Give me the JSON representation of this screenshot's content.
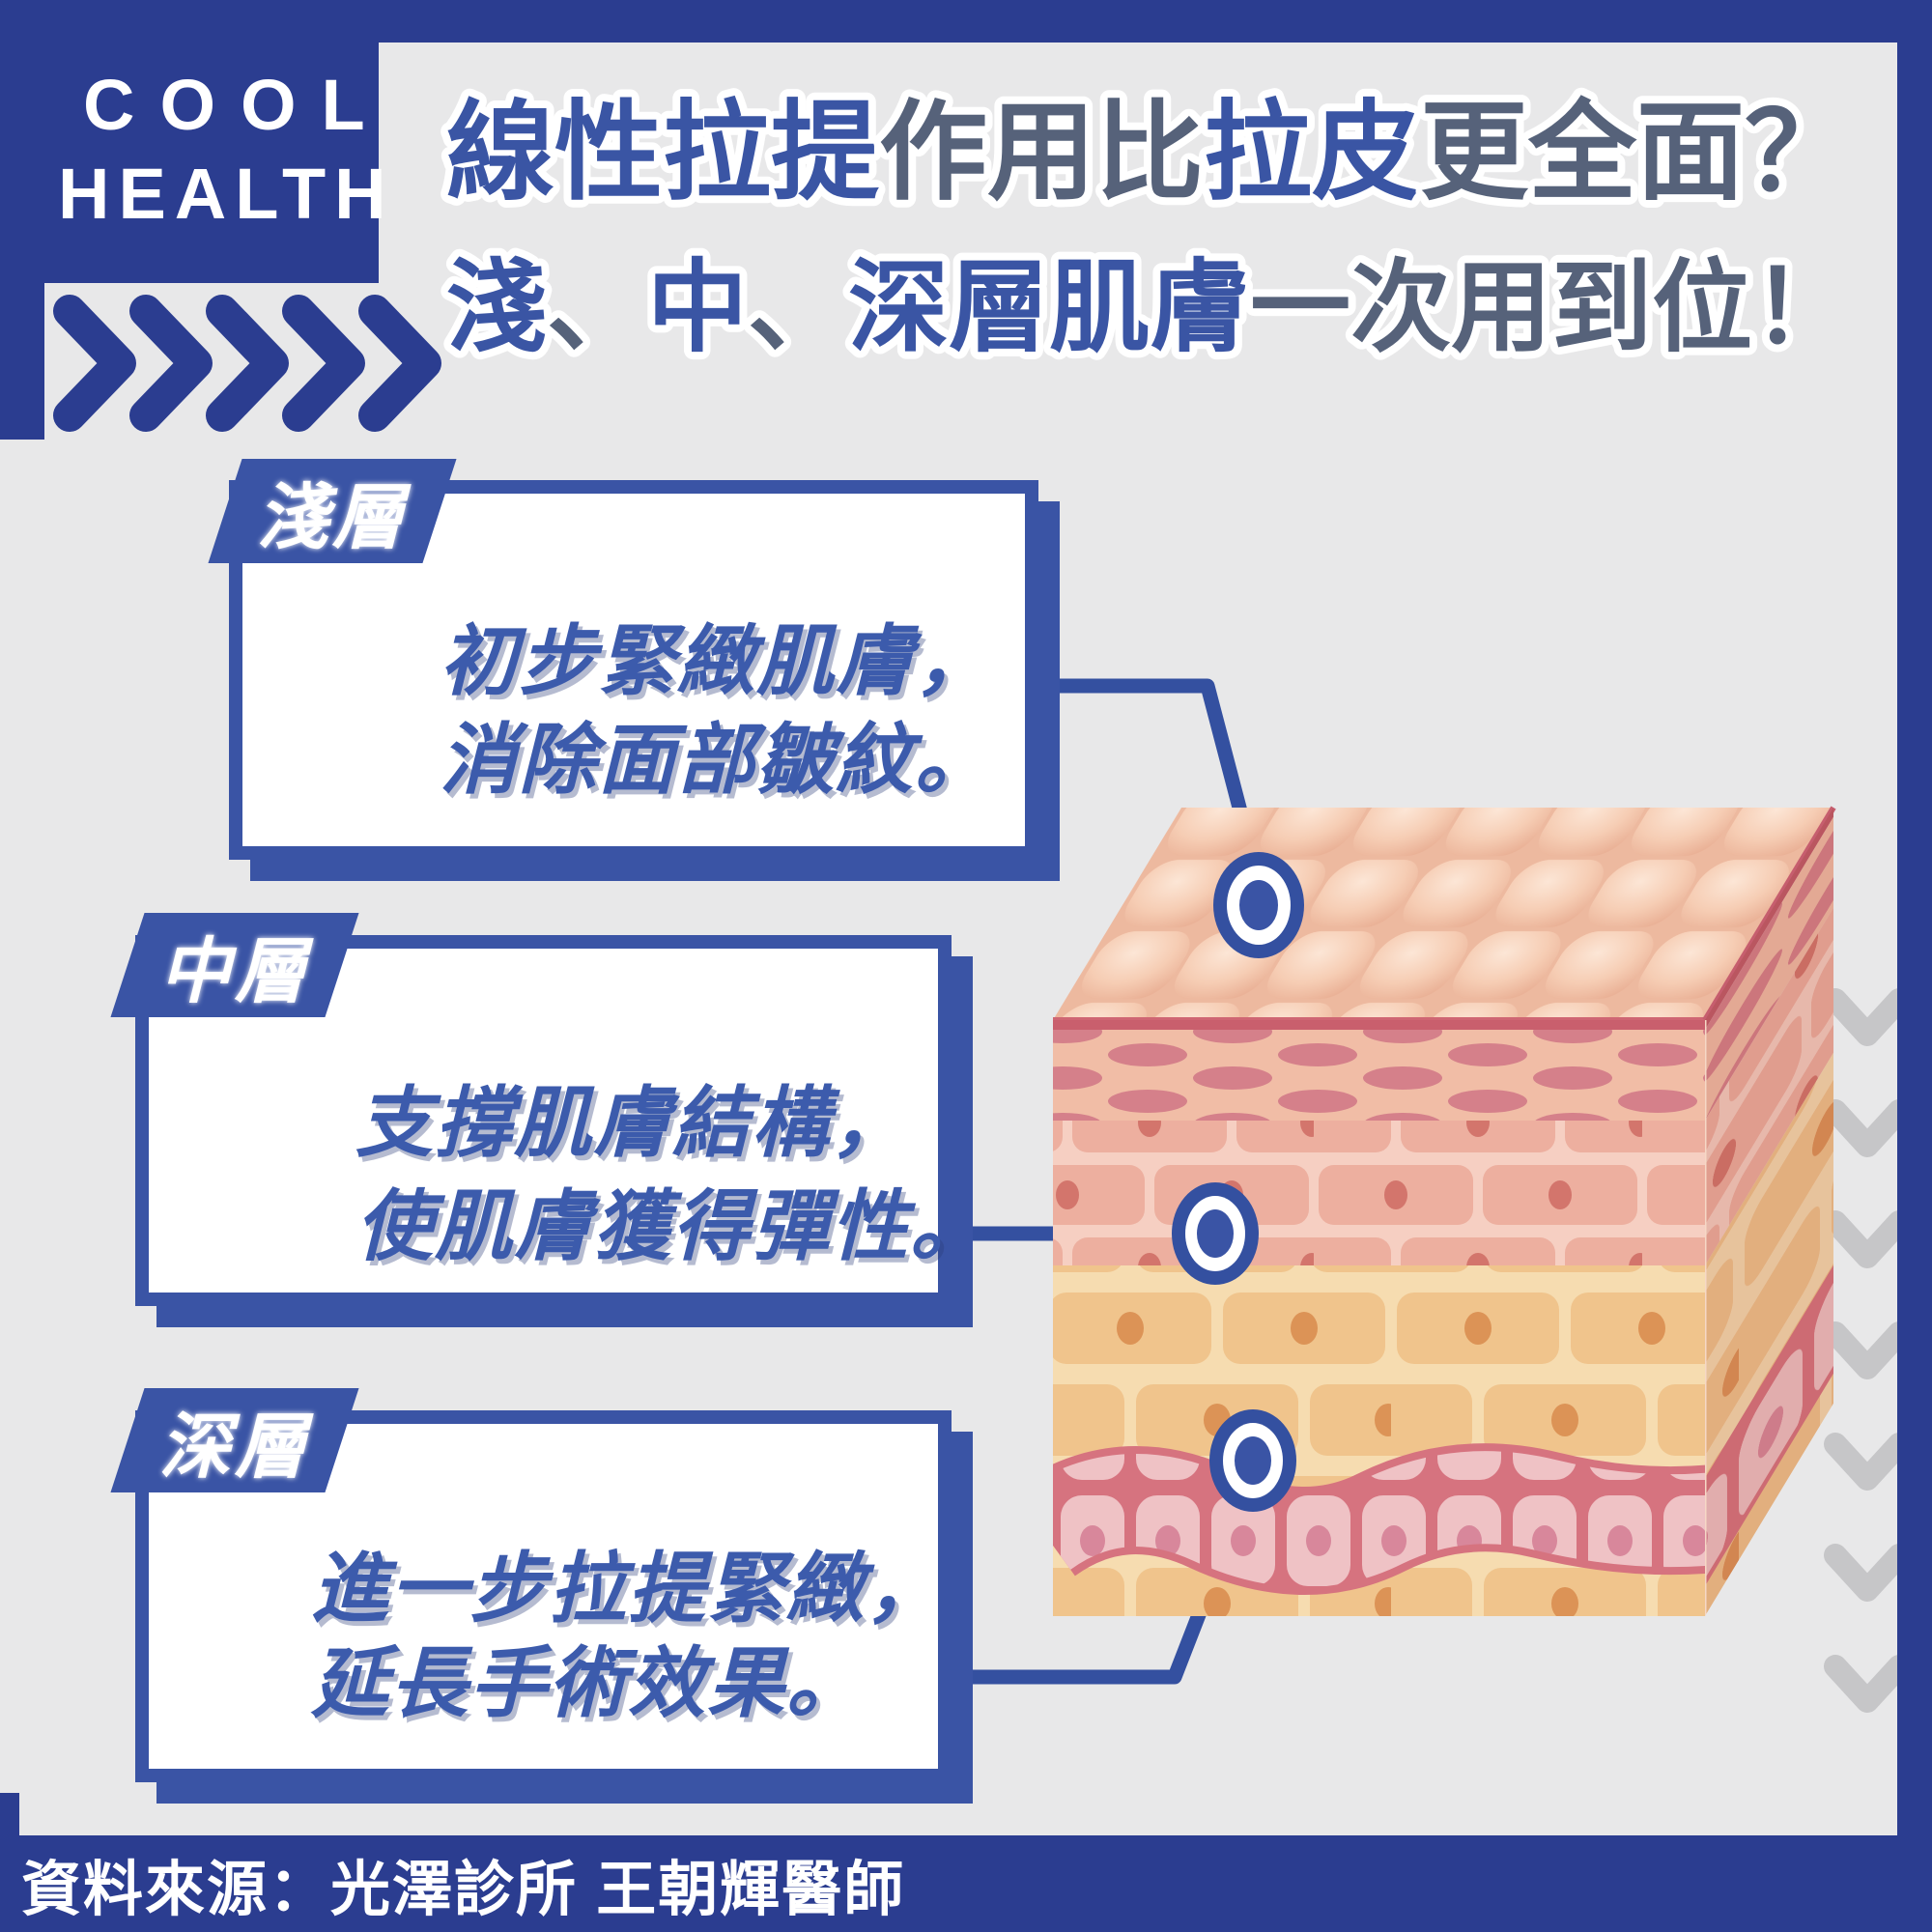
{
  "brand": {
    "line1": "COOL",
    "line2": "HEALTH"
  },
  "title": {
    "line1": [
      {
        "text": "線性拉提",
        "tone": "blue"
      },
      {
        "text": "作用比",
        "tone": "slate"
      },
      {
        "text": "拉皮",
        "tone": "blue"
      },
      {
        "text": "更全面？",
        "tone": "slate"
      }
    ],
    "line2": [
      {
        "text": "淺",
        "tone": "blue"
      },
      {
        "text": "、",
        "tone": "slate"
      },
      {
        "text": "中",
        "tone": "blue"
      },
      {
        "text": "、",
        "tone": "slate"
      },
      {
        "text": "深層肌膚",
        "tone": "blue"
      },
      {
        "text": "一次用到位！",
        "tone": "slate"
      }
    ]
  },
  "cards": [
    {
      "tab": "淺層",
      "lines": [
        "初步緊緻肌膚，",
        "消除面部皺紋。"
      ]
    },
    {
      "tab": "中層",
      "lines": [
        "支撐肌膚結構，",
        "使肌膚獲得彈性。"
      ]
    },
    {
      "tab": "深層",
      "lines": [
        "進一步拉提緊緻，",
        "延長手術效果。"
      ]
    }
  ],
  "footer": {
    "source": "資料來源：光澤診所 王朝輝醫師"
  },
  "diagram": {
    "type": "skin-cross-section",
    "markers": [
      "shallow-layer-marker",
      "middle-layer-marker",
      "deep-layer-marker"
    ]
  },
  "colors": {
    "frame_blue": "#2b3d90",
    "panel_blue": "#3a54a5",
    "title_blue": "#3a55a4",
    "title_slate": "#56627a",
    "card_text_blue": "#3c5bac",
    "background_gray": "#e8e8e9",
    "side_chevron_gray": "#c6c6c8",
    "skin_surface": "#f6cdb4",
    "skin_epidermis_oval": "#d5808a",
    "skin_dermis_brick": "#edaf9f",
    "skin_fat_brick": "#f0c48c",
    "skin_muscle_band": "#d6737f"
  }
}
